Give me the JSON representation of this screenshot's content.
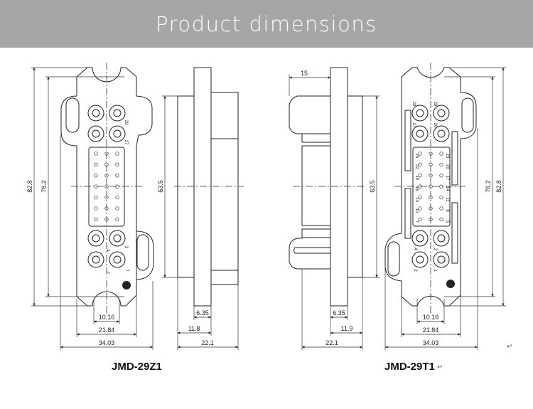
{
  "header": {
    "title": "Product dimensions",
    "background": "#a6a6a6"
  },
  "drawings": [
    {
      "model": "JMD-29Z1",
      "front_view": {
        "height_overall": "82.8",
        "height_mounting": "76.2",
        "width_notch": "10.16",
        "width_plate": "21.84",
        "width_overall": "34.03"
      },
      "side_view": {
        "body_height": "63.5",
        "flange_offset": "6.35",
        "depth_partial": "11.8",
        "depth_overall": "22.1"
      },
      "pin_labels": [
        "2",
        "1",
        "4",
        "3",
        "27",
        "29"
      ]
    },
    {
      "model": "JMD-29T1",
      "side_view": {
        "shell_length": "15",
        "body_height": "63.5",
        "flange_offset": "6.35",
        "depth_partial": "11.9",
        "depth_overall": "22.1"
      },
      "front_view": {
        "height_mounting": "76.2",
        "height_overall": "82.8",
        "width_notch": "10.16",
        "width_plate": "21.84",
        "width_overall": "34.03"
      },
      "pin_labels": [
        "29",
        "28",
        "27",
        "26",
        "25",
        "22",
        "19",
        "16",
        "13",
        "10",
        "7",
        "23",
        "20",
        "17",
        "14",
        "11",
        "8",
        "5",
        "4",
        "3",
        "2",
        "1"
      ]
    }
  ],
  "return_mark": "↵"
}
